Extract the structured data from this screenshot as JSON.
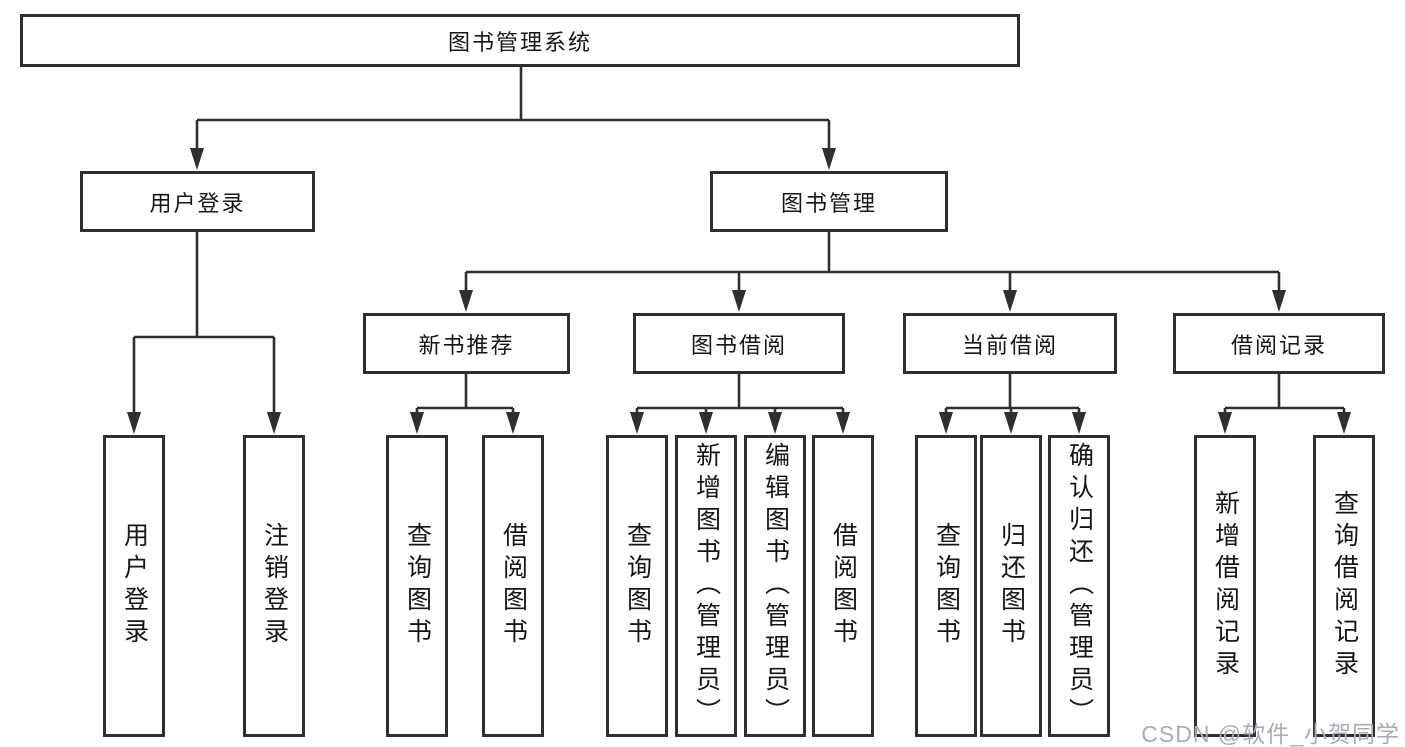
{
  "diagram": {
    "title": "图书管理系统",
    "nodes": {
      "root": "图书管理系统",
      "user_login": "用户登录",
      "book_mgmt": "图书管理",
      "new_book_rec": "新书推荐",
      "book_borrow": "图书借阅",
      "current_borrow": "当前借阅",
      "borrow_records": "借阅记录",
      "ul_login": "用户登录",
      "ul_logout": "注销登录",
      "nr_query_book": "查询图书",
      "nr_borrow_book": "借阅图书",
      "bb_query_book": "查询图书",
      "bb_add_book": "新增图书（管理员）",
      "bb_edit_book": "编辑图书（管理员）",
      "bb_borrow_book": "借阅图书",
      "cb_query_book": "查询图书",
      "cb_return_book": "归还图书",
      "cb_confirm_return": "确认归还（管理员）",
      "br_add_record": "新增借阅记录",
      "br_query_record": "查询借阅记录"
    },
    "hierarchy": {
      "图书管理系统": [
        "用户登录",
        "图书管理"
      ],
      "用户登录": [
        "用户登录",
        "注销登录"
      ],
      "图书管理": [
        "新书推荐",
        "图书借阅",
        "当前借阅",
        "借阅记录"
      ],
      "新书推荐": [
        "查询图书",
        "借阅图书"
      ],
      "图书借阅": [
        "查询图书",
        "新增图书（管理员）",
        "编辑图书（管理员）",
        "借阅图书"
      ],
      "当前借阅": [
        "查询图书",
        "归还图书",
        "确认归还（管理员）"
      ],
      "借阅记录": [
        "新增借阅记录",
        "查询借阅记录"
      ]
    },
    "watermark": "CSDN @软件_小贺同学",
    "colors": {
      "line": "#2f2f2f",
      "text": "#161616",
      "background": "#ffffff",
      "watermark": "#a8adb6"
    }
  }
}
